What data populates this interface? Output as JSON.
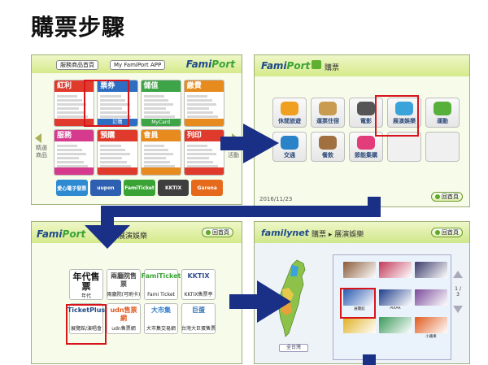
{
  "page": {
    "title": "購票步驟"
  },
  "colors": {
    "accent": "#1a2f86",
    "highlight": "#d8141b",
    "panel": "#f7fbe9"
  },
  "screen1": {
    "logo_a": "Fami",
    "logo_b": "Port",
    "btn_home": "服務商品首頁",
    "btn_app": "My FamiPort APP",
    "categories": [
      {
        "title": "紅利",
        "foot": "",
        "color": "#e03a2c"
      },
      {
        "title": "票券",
        "foot": "訂購",
        "color": "#2e6ec2"
      },
      {
        "title": "儲值",
        "foot": "MyCard",
        "color": "#3da447"
      },
      {
        "title": "繳費",
        "foot": "",
        "color": "#e78b1f"
      },
      {
        "title": "服務",
        "foot": "",
        "color": "#d53a8d"
      },
      {
        "title": "預購",
        "foot": "",
        "color": "#e03a2c"
      },
      {
        "title": "會員",
        "foot": "",
        "color": "#e78b1f"
      },
      {
        "title": "列印",
        "foot": "",
        "color": "#e03a2c"
      }
    ],
    "side_left": "精選商品",
    "side_right": "熱門活動",
    "partners": [
      {
        "label": "愛心電子發票",
        "color": "#2e8bd2"
      },
      {
        "label": "uupon",
        "color": "#2f5fb0"
      },
      {
        "label": "FamiTicket",
        "color": "#3aa335"
      },
      {
        "label": "KKTIX",
        "color": "#3f3f3f"
      },
      {
        "label": "Garena",
        "color": "#e66a1c"
      }
    ]
  },
  "screen2": {
    "logo_a": "Fami",
    "logo_b": "Port",
    "title": "購票",
    "tiles": [
      {
        "label": "休閒旅遊",
        "color": "#f0a020"
      },
      {
        "label": "運票住宿",
        "color": "#c89b50"
      },
      {
        "label": "電影",
        "color": "#555555"
      },
      {
        "label": "展演娛樂",
        "color": "#3aa3d9"
      },
      {
        "label": "運動",
        "color": "#57b03a"
      },
      {
        "label": "交通",
        "color": "#2a83c9"
      },
      {
        "label": "餐飲",
        "color": "#a07040"
      },
      {
        "label": "節能集購",
        "color": "#e23c7a"
      },
      {
        "label": "",
        "color": ""
      },
      {
        "label": "",
        "color": ""
      }
    ],
    "date": "2016/11/23",
    "back": "回首頁"
  },
  "screen3": {
    "logo_a": "Fami",
    "logo_b": "Port",
    "subtitle": "展演娛樂",
    "back": "回首頁",
    "vendors": [
      {
        "logo": "年代售票",
        "name": "年代",
        "color": "#111111"
      },
      {
        "logo": "兩廳院售票",
        "name": "兩廳院(可刷卡)",
        "color": "#444444"
      },
      {
        "logo": "FamiTicket",
        "name": "Fami Ticket",
        "color": "#3aa335"
      },
      {
        "logo": "KKTIX",
        "name": "KKTIX售票亭",
        "color": "#2f4f8f"
      },
      {
        "logo": "TicketPlus",
        "name": "展覽館/演唱會",
        "color": "#1f4a8a"
      },
      {
        "logo": "udn售票網",
        "name": "udn售票網",
        "color": "#e05a1e"
      },
      {
        "logo": "大市集",
        "name": "大市集交易網",
        "color": "#2a7ac9"
      },
      {
        "logo": "巨蛋",
        "name": "台灣大巨蛋售票",
        "color": "#2b6fb3"
      }
    ]
  },
  "screen4": {
    "logo": "familynet",
    "breadcrumb": "購票 ▸ 展演娛樂",
    "back": "回首頁",
    "map_button": "全台灣",
    "page_indicator": "1 / 3",
    "events": [
      {
        "caption": "",
        "color": "#8a5a3a"
      },
      {
        "caption": "",
        "color": "#c23a5a"
      },
      {
        "caption": "",
        "color": "#3a3a6a"
      },
      {
        "caption": "展覽館",
        "color": "#2a5ab0"
      },
      {
        "caption": "PIXAR",
        "color": "#1f3d8a"
      },
      {
        "caption": "",
        "color": "#7a4a9a"
      },
      {
        "caption": "",
        "color": "#e0b020"
      },
      {
        "caption": "",
        "color": "#3a9a5a"
      },
      {
        "caption": "小蘋果",
        "color": "#e05a1e"
      }
    ]
  }
}
